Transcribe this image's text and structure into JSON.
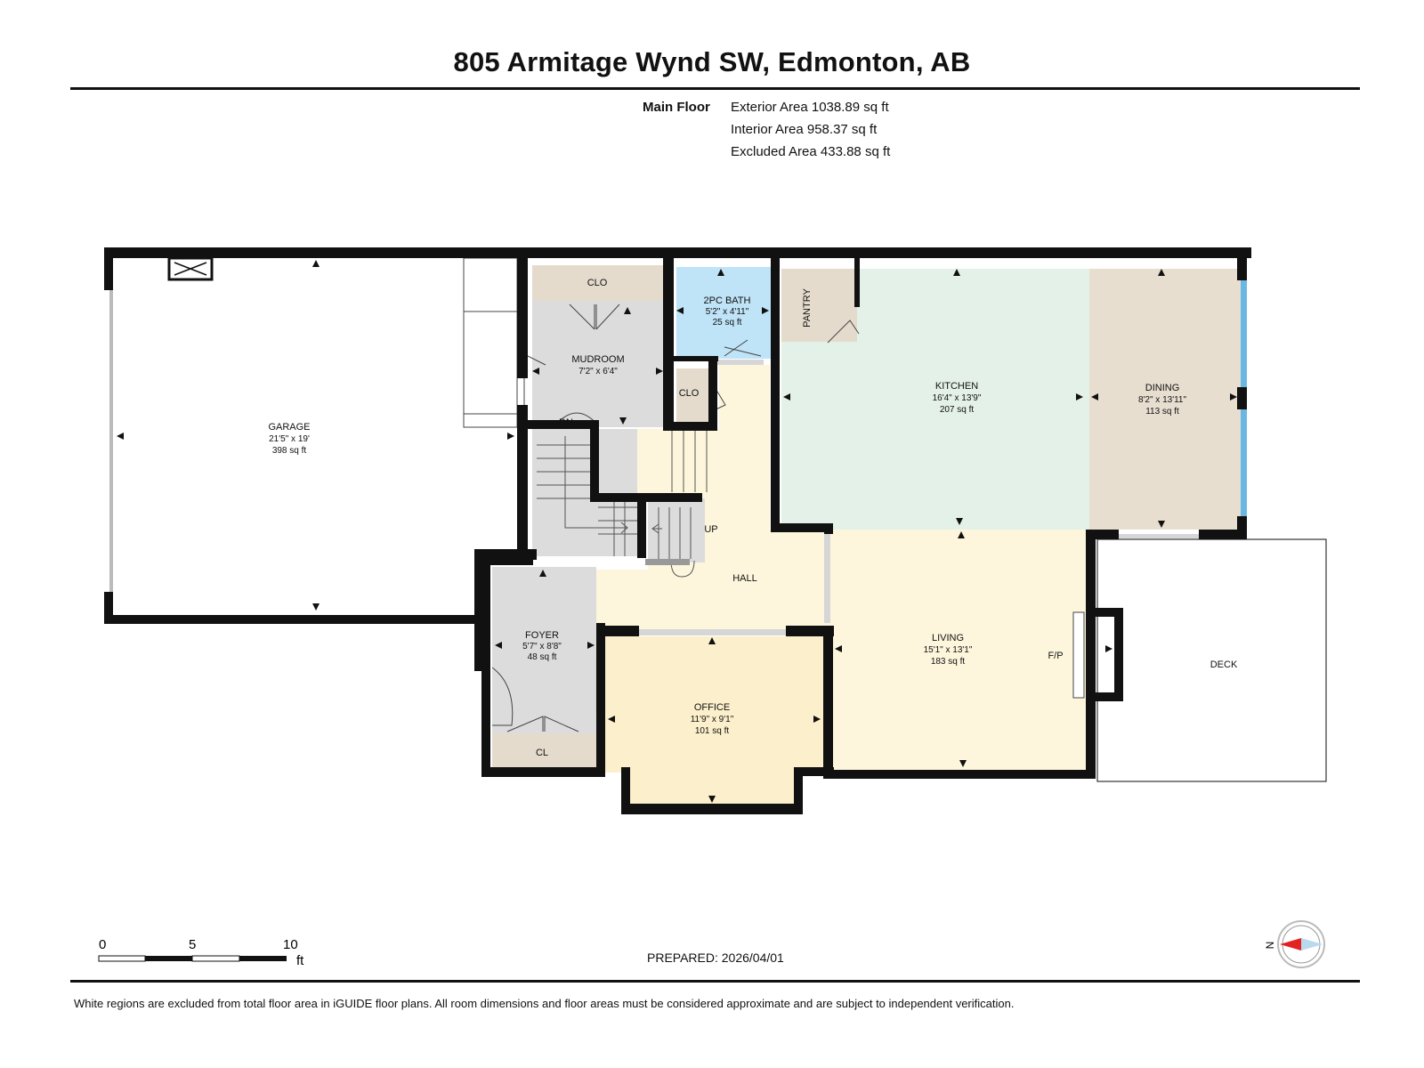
{
  "title": "805 Armitage Wynd SW, Edmonton, AB",
  "areas": {
    "floor_label": "Main Floor",
    "lines": [
      "Exterior Area 1038.89 sq ft",
      "Interior Area 958.37 sq ft",
      "Excluded Area 433.88 sq ft"
    ]
  },
  "rooms": {
    "garage": {
      "name": "GARAGE",
      "dims": "21'5\" x 19'",
      "area": "398 sq ft"
    },
    "mudroom": {
      "name": "MUDROOM",
      "dims": "7'2\" x 6'4\""
    },
    "bath": {
      "name": "2PC BATH",
      "dims": "5'2\" x 4'11\"",
      "area": "25 sq ft"
    },
    "kitchen": {
      "name": "KITCHEN",
      "dims": "16'4\" x 13'9\"",
      "area": "207 sq ft"
    },
    "dining": {
      "name": "DINING",
      "dims": "8'2\" x 13'11\"",
      "area": "113 sq ft"
    },
    "foyer": {
      "name": "FOYER",
      "dims": "5'7\" x 8'8\"",
      "area": "48 sq ft"
    },
    "office": {
      "name": "OFFICE",
      "dims": "11'9\" x 9'1\"",
      "area": "101 sq ft"
    },
    "living": {
      "name": "LIVING",
      "dims": "15'1\" x 13'1\"",
      "area": "183 sq ft"
    },
    "hall": {
      "name": "HALL"
    },
    "deck": {
      "name": "DECK"
    }
  },
  "labels": {
    "clo_mud": "CLO",
    "clo_hall": "CLO",
    "pantry": "PANTRY",
    "cl_foyer": "CL",
    "down": "DN",
    "up": "UP",
    "fireplace": "F/P"
  },
  "scale": {
    "ticks": [
      "0",
      "5",
      "10"
    ],
    "unit": "ft"
  },
  "compass": {
    "label": "N"
  },
  "prepared": "PREPARED: 2026/04/01",
  "disclaimer": "White regions are excluded from total floor area in iGUIDE floor plans. All room dimensions and floor areas must be considered approximate and are subject to independent verification.",
  "colors": {
    "wall": "#111111",
    "closet": "#e4dbcc",
    "mudroom": "#dcdcdc",
    "bath": "#bfe3f7",
    "kitchen": "#e4f1e8",
    "dining": "#e8ded0",
    "hall": "#fdf6dc",
    "office": "#fcefcb",
    "window": "#6ab7e3"
  }
}
